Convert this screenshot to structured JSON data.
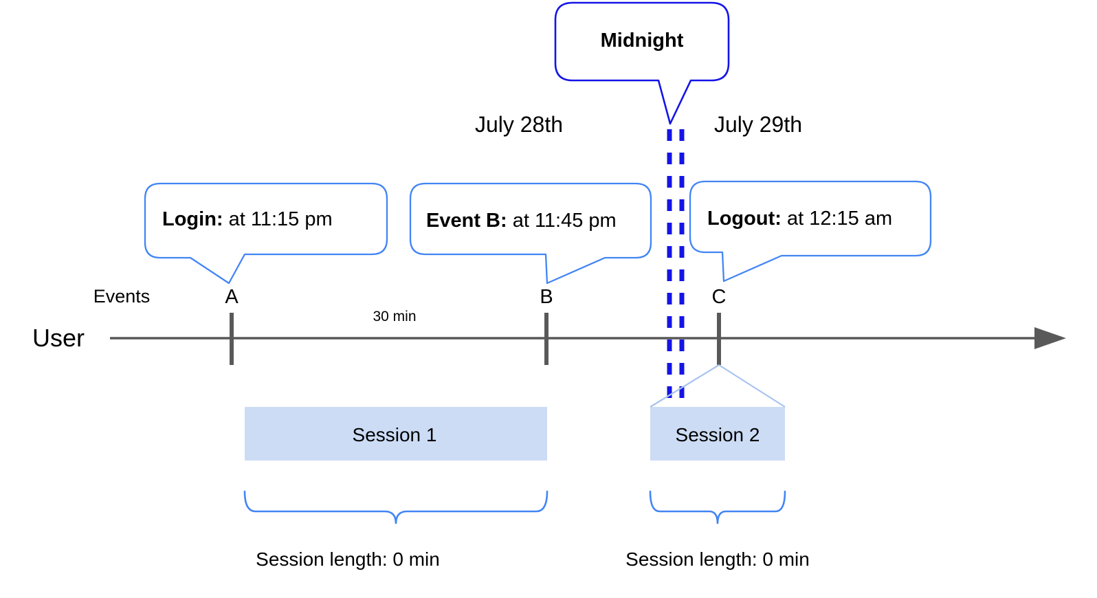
{
  "diagram": {
    "title_callout": {
      "label": "Midnight",
      "border_color": "#1414E6"
    },
    "dates": [
      {
        "label": "July 28th"
      },
      {
        "label": "July 29th"
      }
    ],
    "event_callouts": [
      {
        "bold": "Login:",
        "rest": " at 11:15 pm"
      },
      {
        "bold": "Event B:",
        "rest": " at 11:45 pm"
      },
      {
        "bold": "Logout:",
        "rest": " at 12:15 am"
      }
    ],
    "axis": {
      "lane_label": "User",
      "events_label": "Events",
      "tick_letters": [
        "A",
        "B",
        "C"
      ],
      "gap_label": "30 min",
      "line_color": "#595959"
    },
    "sessions": [
      {
        "label": "Session 1",
        "length_label": "Session length: 0 min"
      },
      {
        "label": "Session 2",
        "length_label": "Session length: 0 min"
      }
    ],
    "colors": {
      "accent_blue": "#4285F4",
      "midnight_blue": "#1414E6",
      "session_fill": "#CCDCF5",
      "axis_gray": "#595959"
    }
  }
}
